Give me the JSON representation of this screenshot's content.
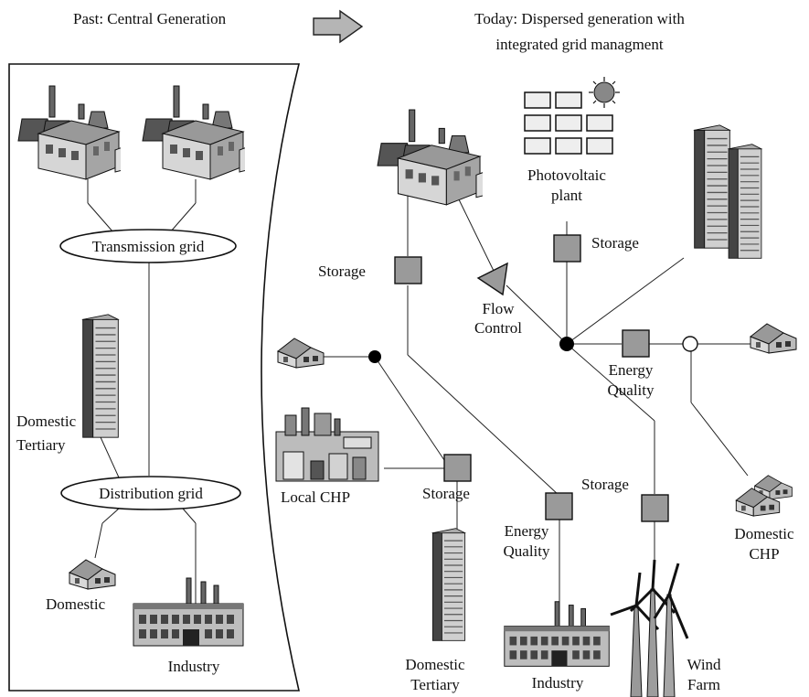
{
  "header": {
    "past": "Past: Central Generation",
    "today_line1": "Today: Dispersed generation with",
    "today_line2": "integrated grid managment"
  },
  "past": {
    "transmission_grid": "Transmission grid",
    "distribution_grid": "Distribution grid",
    "domestic_tertiary_line1": "Domestic",
    "domestic_tertiary_line2": "Tertiary",
    "domestic": "Domestic",
    "industry": "Industry"
  },
  "today": {
    "photovoltaic_line1": "Photovoltaic",
    "photovoltaic_line2": "plant",
    "storage": "Storage",
    "flow_control_line1": "Flow",
    "flow_control_line2": "Control",
    "energy_quality_line1": "Energy",
    "energy_quality_line2": "Quality",
    "local_chp": "Local CHP",
    "domestic_tertiary_line1": "Domestic",
    "domestic_tertiary_line2": "Tertiary",
    "industry": "Industry",
    "wind_farm_line1": "Wind",
    "wind_farm_line2": "Farm",
    "domestic_chp_line1": "Domestic",
    "domestic_chp_line2": "CHP"
  },
  "colors": {
    "ink": "#111111",
    "storage_fill": "#9a9a9a",
    "building_gray": "#b8b8b8",
    "dark_gray": "#555555"
  }
}
